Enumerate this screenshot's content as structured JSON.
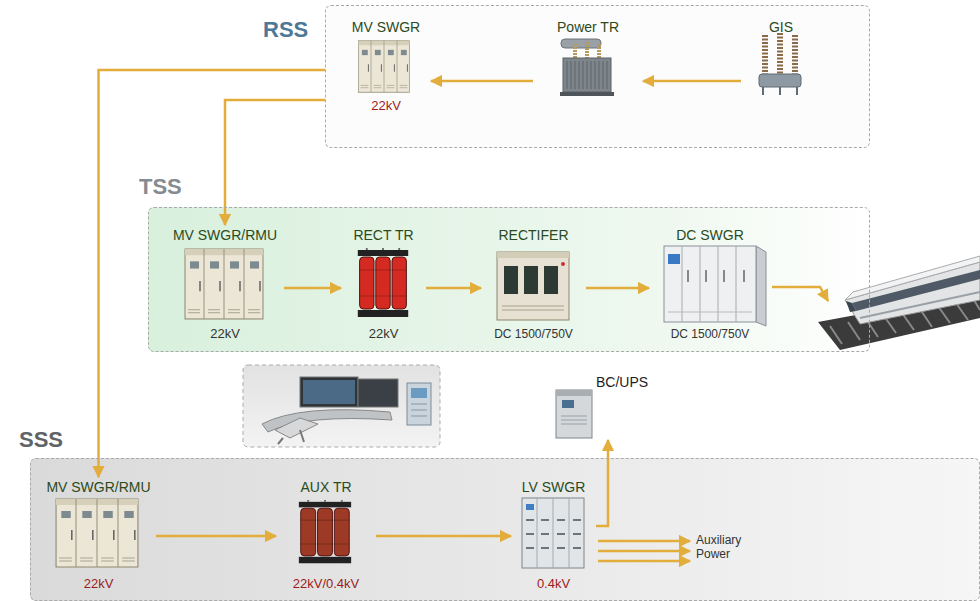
{
  "diagram": {
    "nodes": [
      {
        "text": [
          "RSS"
        ]
      },
      {
        "text": [
          "MV SWGR",
          "22kV"
        ],
        "in": 0
      },
      {
        "text": [
          "Power TR"
        ],
        "in": 0
      },
      {
        "text": [
          "GIS"
        ],
        "in": 0
      },
      {
        "text": [
          "TSS"
        ]
      },
      {
        "text": [
          "MV SWGR/RMU",
          "22kV"
        ],
        "in": 4
      },
      {
        "text": [
          "RECT TR",
          "22kV"
        ],
        "in": 4
      },
      {
        "text": [
          "RECTIFER",
          "DC 1500/750V"
        ],
        "in": 4
      },
      {
        "text": [
          "DC SWGR",
          "DC 1500/750V"
        ],
        "in": 4
      },
      {
        "text": [
          "BC/UPS"
        ]
      },
      {
        "text": [
          "SSS"
        ]
      },
      {
        "text": [
          "MV SWGR/RMU",
          "22kV"
        ],
        "in": 10
      },
      {
        "text": [
          "AUX TR",
          "22kV/0.4kV"
        ],
        "in": 10
      },
      {
        "text": [
          "LV SWGR",
          "0.4kV"
        ],
        "in": 10
      }
    ],
    "edges": [
      {
        "from": 3,
        "to": 2,
        "arrow": "to"
      },
      {
        "from": 2,
        "to": 1,
        "arrow": "to"
      },
      {
        "from": 0,
        "to": 5,
        "arrow": "to"
      },
      {
        "from": 0,
        "to": 11,
        "arrow": "to"
      },
      {
        "from": 5,
        "to": 6,
        "arrow": "to"
      },
      {
        "from": 6,
        "to": 7,
        "arrow": "to"
      },
      {
        "from": 7,
        "to": 8,
        "arrow": "to"
      },
      {
        "from": 11,
        "to": 12,
        "arrow": "to"
      },
      {
        "from": 12,
        "to": 13,
        "arrow": "to"
      },
      {
        "from": 13,
        "to": 9,
        "arrow": "to"
      }
    ],
    "labels": [
      "Auxiliary Power"
    ]
  }
}
